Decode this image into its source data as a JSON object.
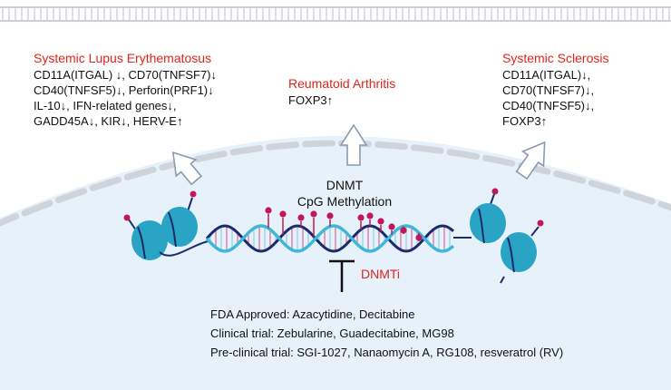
{
  "diseases": {
    "sle": {
      "title": "Systemic Lupus Erythematosus",
      "lines": [
        "CD11A(ITGAL) ↓, CD70(TNFSF7)↓",
        "CD40(TNFSF5)↓, Perforin(PRF1)↓",
        "IL-10↓, IFN-related genes↓,",
        "GADD45A↓, KIR↓, HERV-E↑"
      ]
    },
    "ra": {
      "title": "Reumatoid Arthritis",
      "lines": [
        "FOXP3↑"
      ]
    },
    "ssc": {
      "title": "Systemic Sclerosis",
      "lines": [
        "CD11A(ITGAL)↓,",
        "CD70(TNFSF7)↓,",
        "CD40(TNFSF5)↓,",
        "FOXP3↑"
      ]
    }
  },
  "mechanism": {
    "line1": "DNMT",
    "line2": "CpG Methylation",
    "inhibitor": "DNMTi"
  },
  "trials": [
    "FDA Approved: Azacytidine, Decitabine",
    "Clinical trial: Zebularine, Guadecitabine, MG98",
    "Pre-clinical trial: SGI-1027, Nanaomycin A, RG108, resveratrol (RV)"
  ],
  "colors": {
    "accent_red": "#e0241b",
    "nucleus": "#e6f1fa",
    "membrane": "#c9ced6",
    "histone": "#2aa4c4",
    "dna_dark": "#1d2b6b",
    "dna_light": "#3fb8d8",
    "methyl": "#c2185b"
  }
}
